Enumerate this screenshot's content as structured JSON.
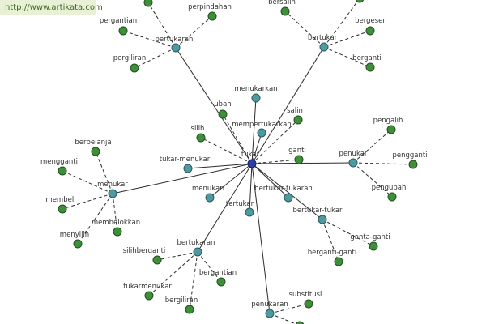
{
  "watermark": "http://www.artikata.com",
  "graph": {
    "root": {
      "id": "tukar",
      "label": "tukar"
    },
    "nodes": [
      {
        "id": "tukar",
        "label": "tukar",
        "kind": "root"
      },
      {
        "id": "pertukaran",
        "label": "pertukaran",
        "kind": "hub"
      },
      {
        "id": "bertukar",
        "label": "bertukar",
        "kind": "hub"
      },
      {
        "id": "menukarkan",
        "label": "menukarkan",
        "kind": "hub"
      },
      {
        "id": "mempertukarkan",
        "label": "mempertukarkan",
        "kind": "hub"
      },
      {
        "id": "penukar",
        "label": "penukar",
        "kind": "hub"
      },
      {
        "id": "menukar",
        "label": "menukar",
        "kind": "hub"
      },
      {
        "id": "tukar-menukar",
        "label": "tukar-menukar",
        "kind": "hub"
      },
      {
        "id": "menukari",
        "label": "menukari",
        "kind": "hub"
      },
      {
        "id": "tertukar",
        "label": "tertukar",
        "kind": "hub"
      },
      {
        "id": "bertukar-tukaran",
        "label": "bertukar-tukaran",
        "kind": "hub"
      },
      {
        "id": "bertukar-tukar",
        "label": "bertukar-tukar",
        "kind": "hub"
      },
      {
        "id": "bertukaran",
        "label": "bertukaran",
        "kind": "hub"
      },
      {
        "id": "penukaran",
        "label": "penukaran",
        "kind": "hub"
      },
      {
        "id": "ubah",
        "label": "ubah",
        "kind": "leaf"
      },
      {
        "id": "salin",
        "label": "salin",
        "kind": "leaf"
      },
      {
        "id": "silih",
        "label": "silih",
        "kind": "leaf"
      },
      {
        "id": "ganti",
        "label": "ganti",
        "kind": "leaf"
      },
      {
        "id": "pergantian",
        "label": "pergantian",
        "kind": "leaf"
      },
      {
        "id": "perpindahan",
        "label": "perpindahan",
        "kind": "leaf"
      },
      {
        "id": "pergiliran",
        "label": "pergiliran",
        "kind": "leaf"
      },
      {
        "id": "bersalin",
        "label": "bersalin",
        "kind": "leaf"
      },
      {
        "id": "bergeser",
        "label": "bergeser",
        "kind": "leaf"
      },
      {
        "id": "berganti",
        "label": "berganti",
        "kind": "leaf"
      },
      {
        "id": "pengalih",
        "label": "pengalih",
        "kind": "leaf"
      },
      {
        "id": "pengganti",
        "label": "pengganti",
        "kind": "leaf"
      },
      {
        "id": "pengubah",
        "label": "pengubah",
        "kind": "leaf"
      },
      {
        "id": "berbelanja",
        "label": "berbelanja",
        "kind": "leaf"
      },
      {
        "id": "mengganti",
        "label": "mengganti",
        "kind": "leaf"
      },
      {
        "id": "membeli",
        "label": "membeli",
        "kind": "leaf"
      },
      {
        "id": "membelokkan",
        "label": "membelokkan",
        "kind": "leaf"
      },
      {
        "id": "menyilih",
        "label": "menyilih",
        "kind": "leaf"
      },
      {
        "id": "ganta-ganti",
        "label": "ganta-ganti",
        "kind": "leaf"
      },
      {
        "id": "berganti-ganti",
        "label": "berganti-ganti",
        "kind": "leaf"
      },
      {
        "id": "silihberganti",
        "label": "silihberganti",
        "kind": "leaf"
      },
      {
        "id": "bergantian",
        "label": "bergantian",
        "kind": "leaf"
      },
      {
        "id": "tukarmenukar",
        "label": "tukarmenukar",
        "kind": "leaf"
      },
      {
        "id": "bergiliran",
        "label": "bergiliran",
        "kind": "leaf"
      },
      {
        "id": "substitusi",
        "label": "substitusi",
        "kind": "leaf"
      },
      {
        "id": "top-left-1",
        "label": "",
        "kind": "leaf"
      },
      {
        "id": "top-right-1",
        "label": "",
        "kind": "leaf"
      },
      {
        "id": "bottom-right-1",
        "label": "",
        "kind": "leaf"
      }
    ],
    "edges": [
      {
        "from": "tukar",
        "to": "pertukaran",
        "style": "solid"
      },
      {
        "from": "tukar",
        "to": "bertukar",
        "style": "solid"
      },
      {
        "from": "tukar",
        "to": "menukarkan",
        "style": "solid"
      },
      {
        "from": "tukar",
        "to": "mempertukarkan",
        "style": "solid"
      },
      {
        "from": "tukar",
        "to": "penukar",
        "style": "solid"
      },
      {
        "from": "tukar",
        "to": "menukar",
        "style": "solid"
      },
      {
        "from": "tukar",
        "to": "tukar-menukar",
        "style": "solid"
      },
      {
        "from": "tukar",
        "to": "menukari",
        "style": "solid"
      },
      {
        "from": "tukar",
        "to": "tertukar",
        "style": "solid"
      },
      {
        "from": "tukar",
        "to": "bertukar-tukaran",
        "style": "solid"
      },
      {
        "from": "tukar",
        "to": "bertukar-tukar",
        "style": "solid"
      },
      {
        "from": "tukar",
        "to": "bertukaran",
        "style": "solid"
      },
      {
        "from": "tukar",
        "to": "penukaran",
        "style": "solid"
      },
      {
        "from": "tukar",
        "to": "ubah",
        "style": "dashed"
      },
      {
        "from": "tukar",
        "to": "salin",
        "style": "dashed"
      },
      {
        "from": "tukar",
        "to": "silih",
        "style": "dashed"
      },
      {
        "from": "tukar",
        "to": "ganti",
        "style": "dashed"
      },
      {
        "from": "pertukaran",
        "to": "pergantian",
        "style": "dashed"
      },
      {
        "from": "pertukaran",
        "to": "perpindahan",
        "style": "dashed"
      },
      {
        "from": "pertukaran",
        "to": "pergiliran",
        "style": "dashed"
      },
      {
        "from": "pertukaran",
        "to": "top-left-1",
        "style": "dashed"
      },
      {
        "from": "bertukar",
        "to": "bersalin",
        "style": "dashed"
      },
      {
        "from": "bertukar",
        "to": "bergeser",
        "style": "dashed"
      },
      {
        "from": "bertukar",
        "to": "berganti",
        "style": "dashed"
      },
      {
        "from": "bertukar",
        "to": "top-right-1",
        "style": "dashed"
      },
      {
        "from": "penukar",
        "to": "pengalih",
        "style": "dashed"
      },
      {
        "from": "penukar",
        "to": "pengganti",
        "style": "dashed"
      },
      {
        "from": "penukar",
        "to": "pengubah",
        "style": "dashed"
      },
      {
        "from": "menukar",
        "to": "berbelanja",
        "style": "dashed"
      },
      {
        "from": "menukar",
        "to": "mengganti",
        "style": "dashed"
      },
      {
        "from": "menukar",
        "to": "membeli",
        "style": "dashed"
      },
      {
        "from": "menukar",
        "to": "membelokkan",
        "style": "dashed"
      },
      {
        "from": "menukar",
        "to": "menyilih",
        "style": "dashed"
      },
      {
        "from": "bertukar-tukar",
        "to": "ganta-ganti",
        "style": "dashed"
      },
      {
        "from": "bertukar-tukar",
        "to": "berganti-ganti",
        "style": "dashed"
      },
      {
        "from": "bertukaran",
        "to": "silihberganti",
        "style": "dashed"
      },
      {
        "from": "bertukaran",
        "to": "bergantian",
        "style": "dashed"
      },
      {
        "from": "bertukaran",
        "to": "tukarmenukar",
        "style": "dashed"
      },
      {
        "from": "bertukaran",
        "to": "bergiliran",
        "style": "dashed"
      },
      {
        "from": "penukaran",
        "to": "substitusi",
        "style": "dashed"
      },
      {
        "from": "penukaran",
        "to": "bottom-right-1",
        "style": "dashed"
      }
    ]
  },
  "colors": {
    "leaf": "#3f8f3a",
    "hub": "#4f9aa0",
    "root": "#2d3fa6",
    "edge": "#2b2b2b",
    "label": "#333333"
  }
}
